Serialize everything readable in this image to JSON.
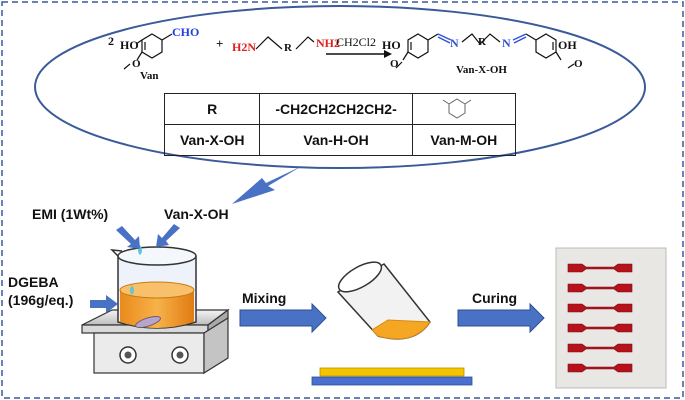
{
  "reaction": {
    "coefficient": "2",
    "van_name": "Van",
    "aldehyde_group": "CHO",
    "plus": "+",
    "amine_left": "H2N",
    "amine_r": "R",
    "amine_right": "NH2",
    "solvent": "CH2Cl2",
    "product_name": "Van-X-OH",
    "ho_label": "HO",
    "oh_label": "OH",
    "n_label": "N",
    "o_label": "O"
  },
  "table": {
    "headers": [
      "R",
      "-CH2CH2CH2CH2-",
      ""
    ],
    "products": [
      "Van-X-OH",
      "Van-H-OH",
      "Van-M-OH"
    ]
  },
  "process": {
    "emi_label": "EMI (1Wt%)",
    "vanx_label": "Van-X-OH",
    "dgeba_line1": "DGEBA",
    "dgeba_line2": "(196g/eq.)",
    "mixing_label": "Mixing",
    "curing_label": "Curing"
  },
  "colors": {
    "ellipse_border": "#3a5a9a",
    "arrow_blue": "#4a72c4",
    "amine_red": "#e02020",
    "aldehyde_blue": "#2040e0",
    "imine_blue": "#3050d8",
    "resin_orange": "#f5a623",
    "specimen_red": "#b5121b"
  }
}
